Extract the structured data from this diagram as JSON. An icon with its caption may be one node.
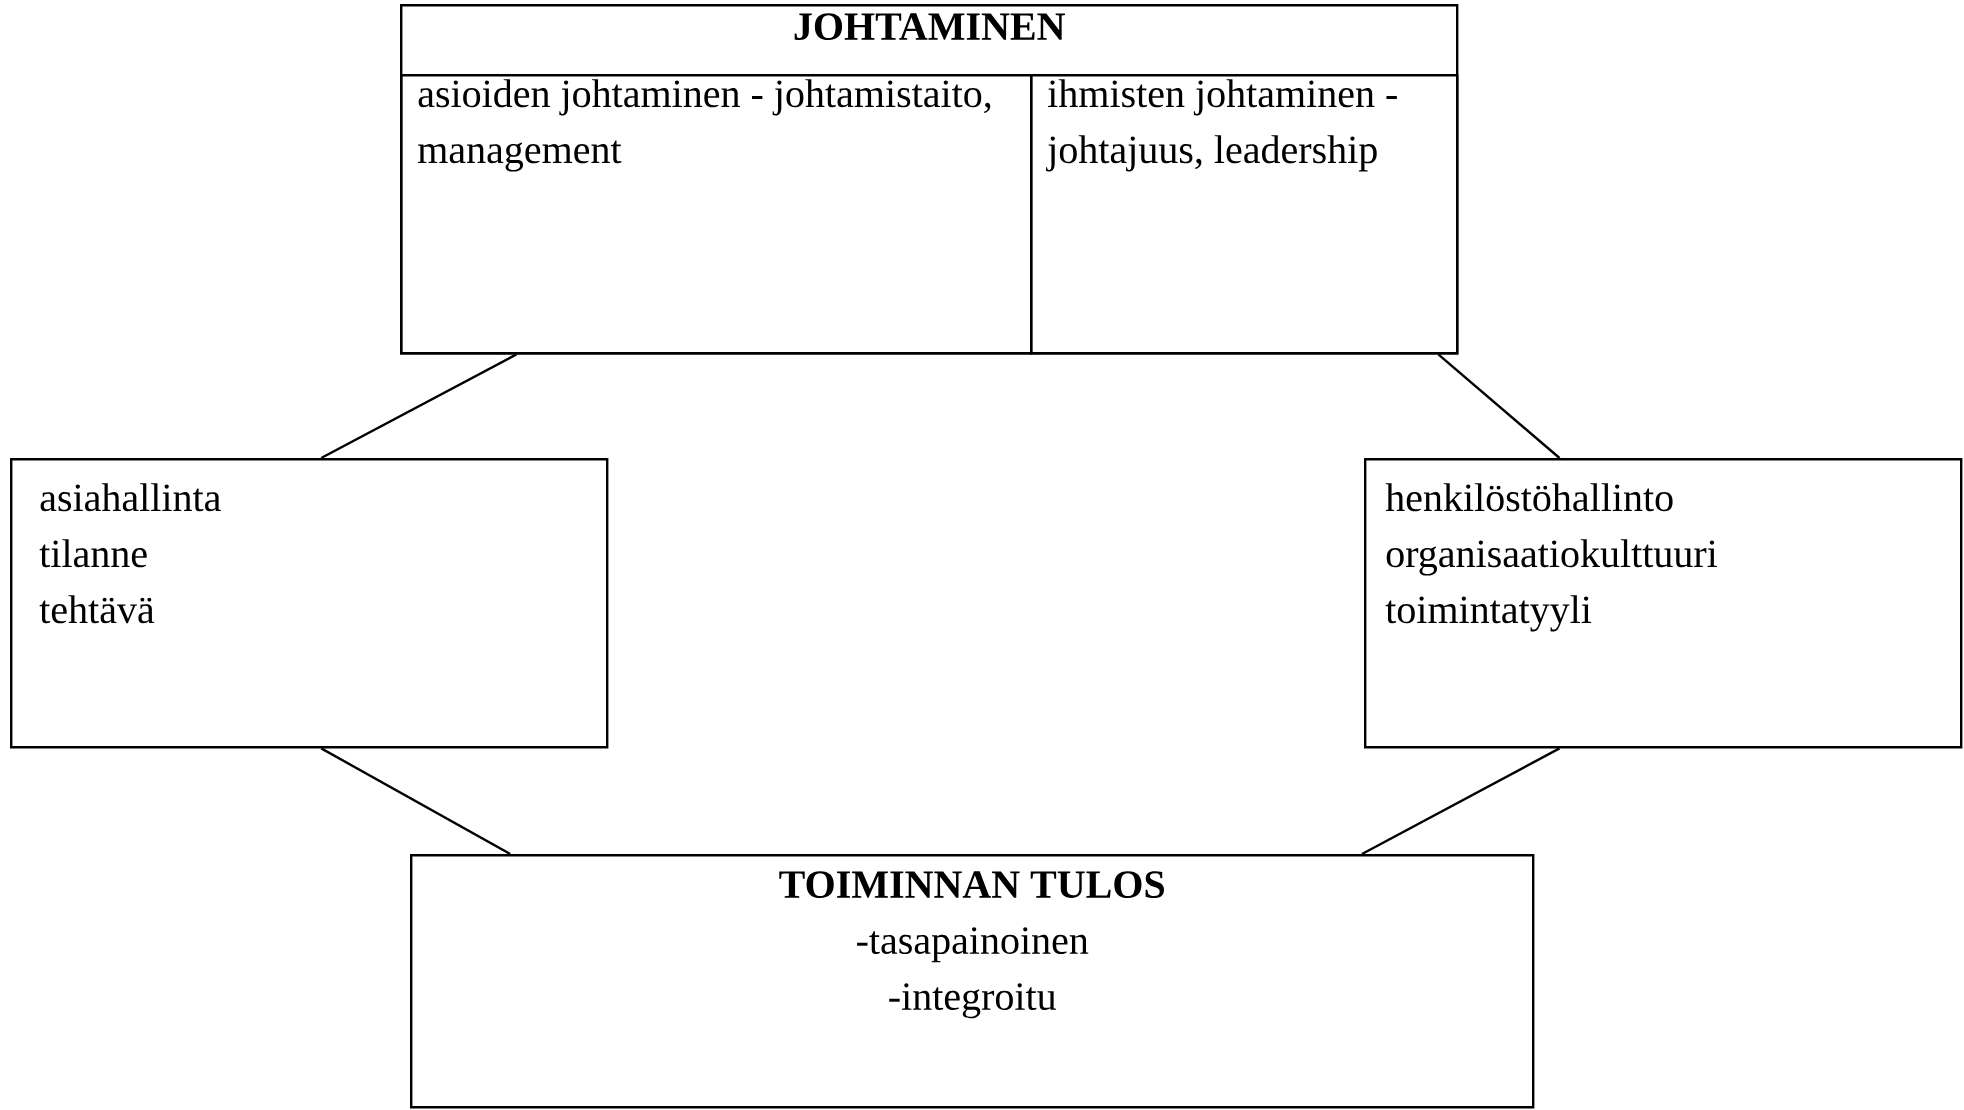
{
  "diagram": {
    "nodes": [
      {
        "text": [
          "JOHTAMINEN"
        ]
      },
      {
        "text": [
          "asioiden johtaminen - johtamistaito, management"
        ],
        "in": 0
      },
      {
        "text": [
          "ihmisten johtaminen - johtajuus, leadership"
        ],
        "in": 0
      },
      {
        "text": [
          "asiahallinta",
          "tilanne",
          "tehtävä"
        ]
      },
      {
        "text": [
          "henkilöstöhallinto",
          "organisaatiokulttuuri",
          "toimintatyyli"
        ]
      },
      {
        "text": [
          "TOIMINNAN TULOS",
          "-tasapainoinen",
          "-integroitu"
        ]
      }
    ],
    "edges": [
      {
        "from": 1,
        "to": 3,
        "arrow": "none"
      },
      {
        "from": 2,
        "to": 4,
        "arrow": "none"
      },
      {
        "from": 3,
        "to": 5,
        "arrow": "none"
      },
      {
        "from": 4,
        "to": 5,
        "arrow": "none"
      }
    ]
  }
}
